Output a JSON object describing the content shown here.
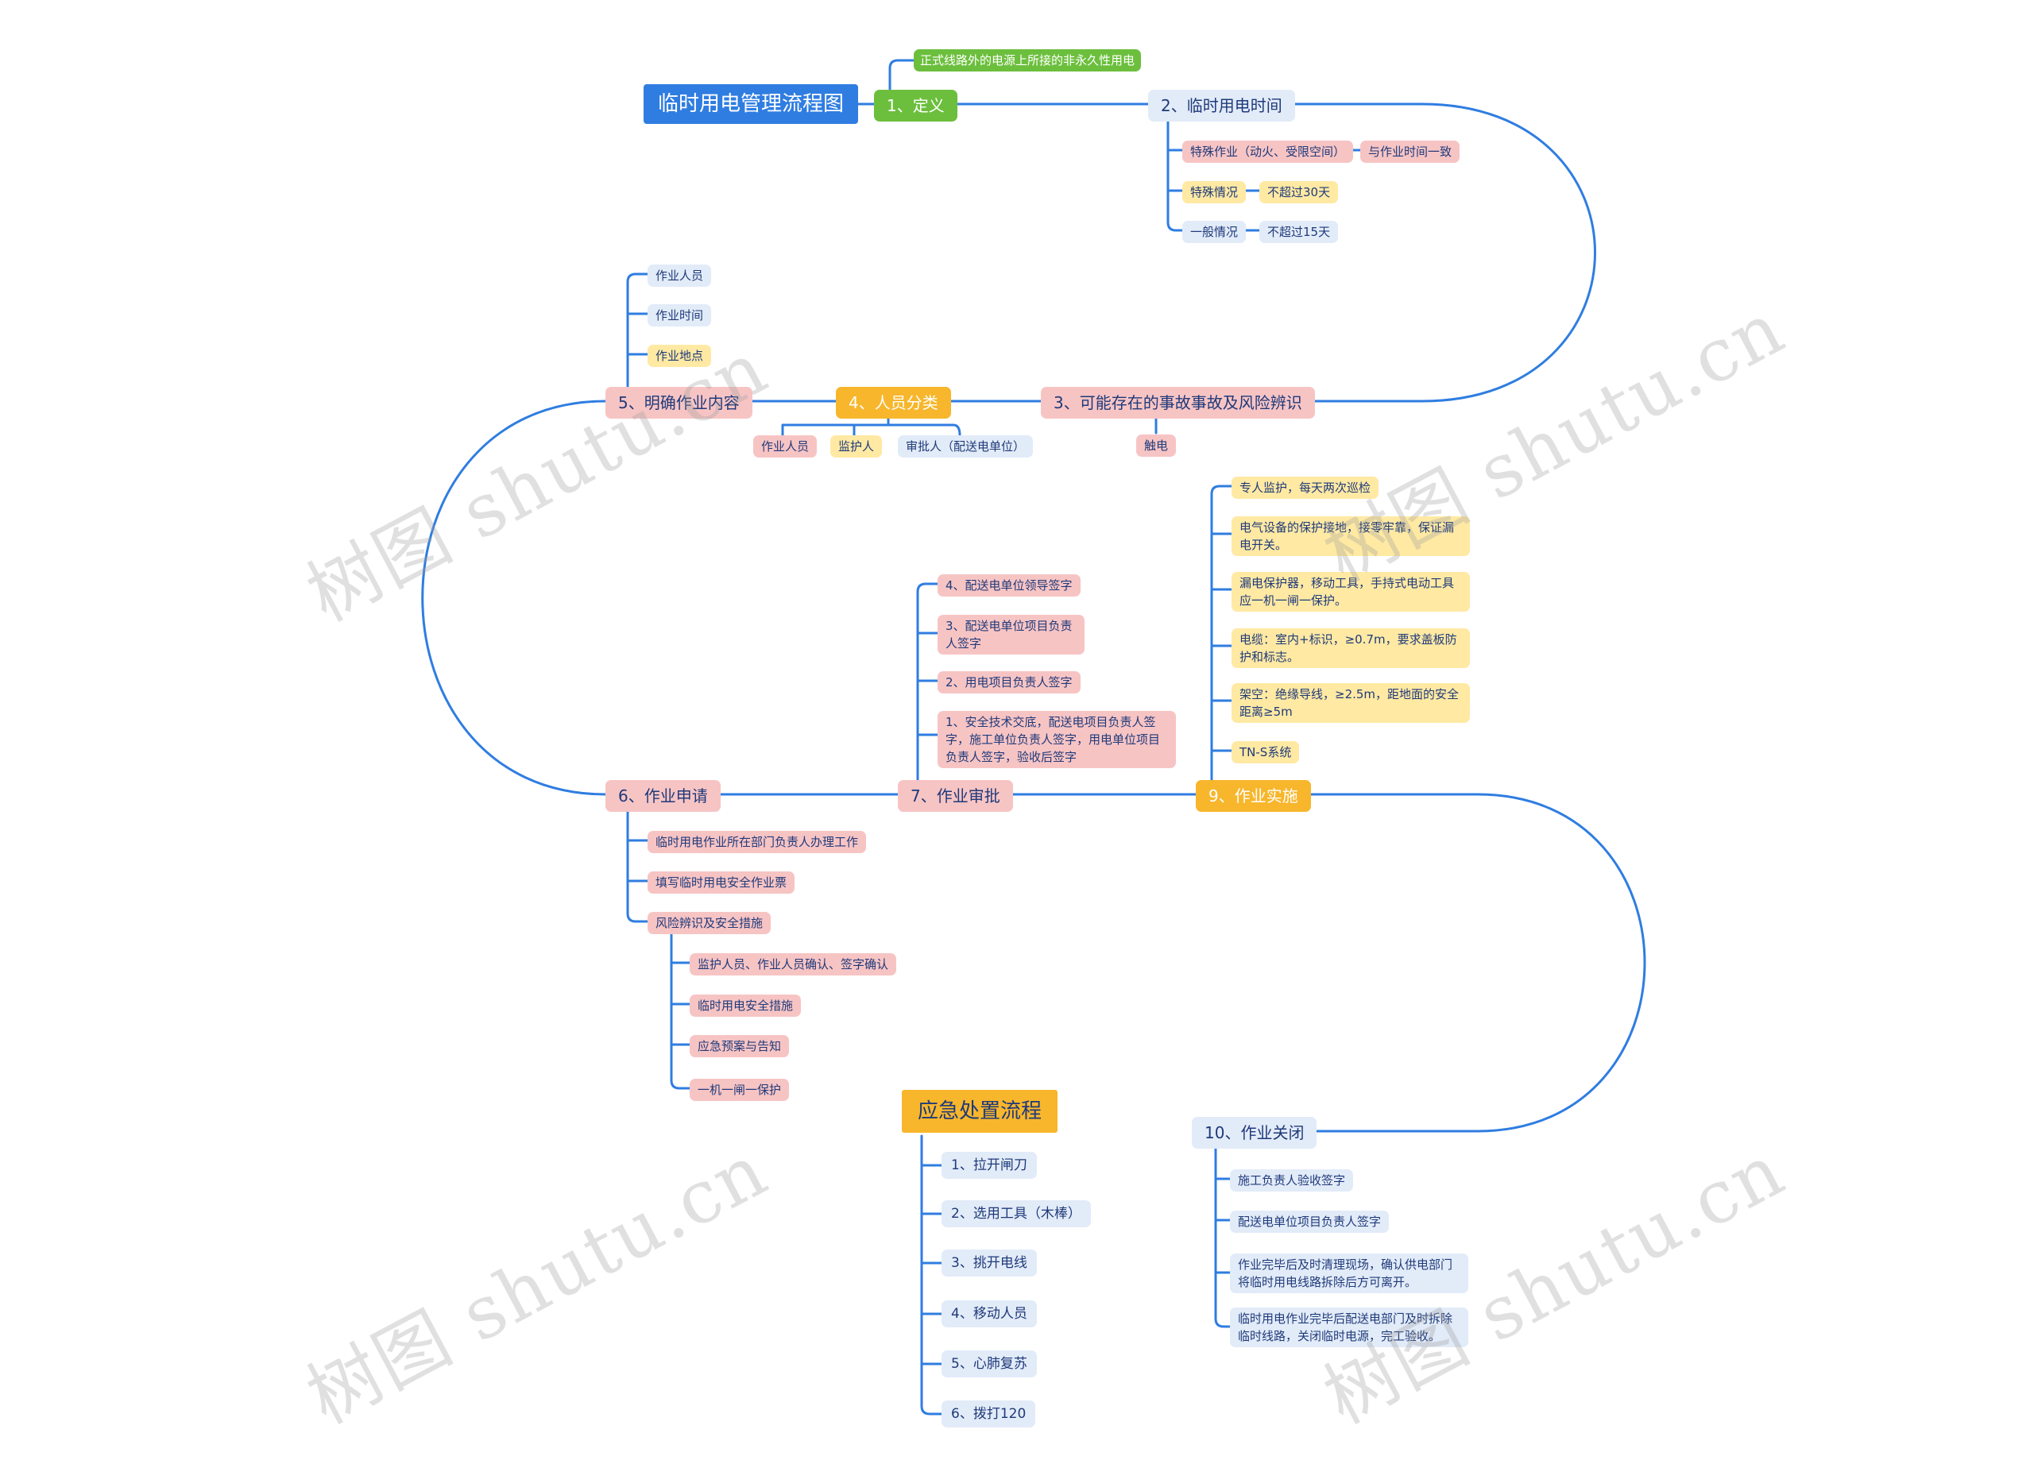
{
  "title": "临时用电管理流程图",
  "emergency_title": "应急处置流程",
  "watermark": "树图 shutu.cn",
  "colors": {
    "line": "#2f7de1",
    "root": "#2f7de1",
    "green": "#6cbf3d",
    "blue": "#e2ebf8",
    "pink": "#f7c4c4",
    "yellow": "#ffe9a3",
    "orange": "#f7b62b"
  },
  "steps": {
    "s1": {
      "label": "1、定义",
      "child": "正式线路外的电源上所接的非永久性用电"
    },
    "s2": {
      "label": "2、临时用电时间",
      "items": [
        {
          "label": "特殊作业（动火、受限空间）",
          "value": "与作业时间一致"
        },
        {
          "label": "特殊情况",
          "value": "不超过30天"
        },
        {
          "label": "一般情况",
          "value": "不超过15天"
        }
      ]
    },
    "s3": {
      "label": "3、可能存在的事故事故及风险辨识",
      "child": "触电"
    },
    "s4": {
      "label": "4、人员分类",
      "items": [
        "作业人员",
        "监护人",
        "审批人（配送电单位）"
      ]
    },
    "s5": {
      "label": "5、明确作业内容",
      "items": [
        "作业人员",
        "作业时间",
        "作业地点"
      ]
    },
    "s6": {
      "label": "6、作业申请",
      "items": [
        "临时用电作业所在部门负责人办理工作",
        "填写临时用电安全作业票",
        "风险辨识及安全措施"
      ],
      "sub": [
        "监护人员、作业人员确认、签字确认",
        "临时用电安全措施",
        "应急预案与告知",
        "一机一闸一保护"
      ]
    },
    "s7": {
      "label": "7、作业审批",
      "items": [
        "4、配送电单位领导签字",
        "3、配送电单位项目负责人签字",
        "2、用电项目负责人签字",
        "1、安全技术交底，配送电项目负责人签字，施工单位负责人签字，用电单位项目负责人签字，验收后签字"
      ]
    },
    "s9": {
      "label": "9、作业实施",
      "items": [
        "专人监护，每天两次巡检",
        "电气设备的保护接地，接零牢靠，保证漏电开关。",
        "漏电保护器，移动工具，手持式电动工具应一机一闸一保护。",
        "电缆：室内+标识，≥0.7m，要求盖板防护和标志。",
        "架空：绝缘导线，≥2.5m，距地面的安全距离≥5m",
        "TN-S系统"
      ]
    },
    "s10": {
      "label": "10、作业关闭",
      "items": [
        "施工负责人验收签字",
        "配送电单位项目负责人签字",
        "作业完毕后及时清理现场，确认供电部门将临时用电线路拆除后方可离开。",
        "临时用电作业完毕后配送电部门及时拆除临时线路，关闭临时电源，完工验收。"
      ]
    }
  },
  "emergency": [
    "1、拉开闸刀",
    "2、选用工具（木棒）",
    "3、挑开电线",
    "4、移动人员",
    "5、心肺复苏",
    "6、拨打120"
  ]
}
